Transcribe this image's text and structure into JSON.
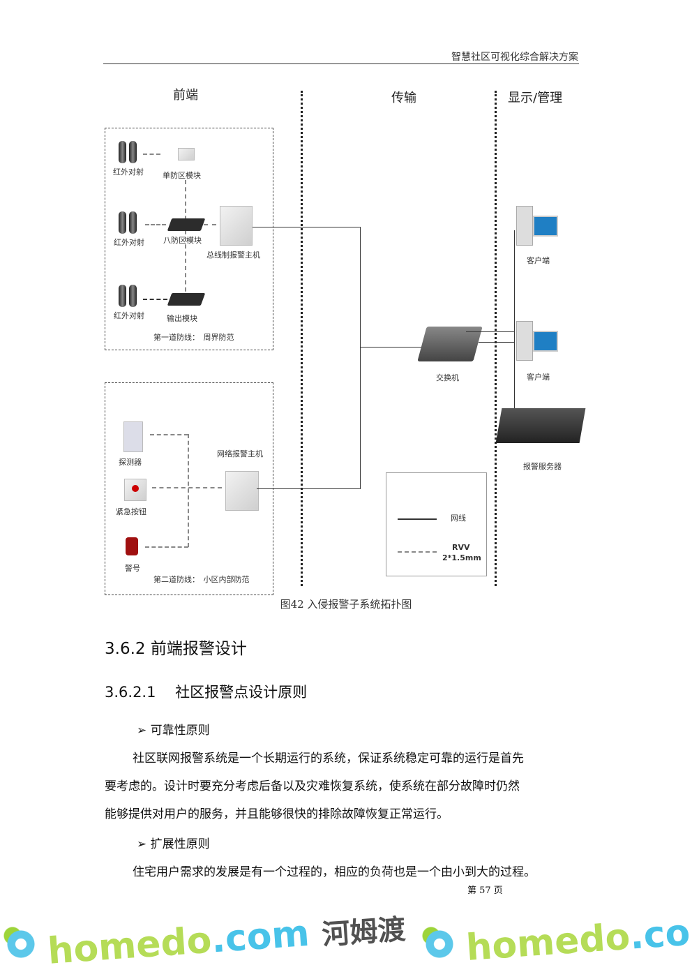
{
  "header": {
    "title": "智慧社区可视化综合解决方案"
  },
  "diagram": {
    "columns": [
      "前端",
      "传输",
      "显示/管理"
    ],
    "zone1": {
      "items": [
        "红外对射",
        "单防区模块",
        "红外对射",
        "八防区模块",
        "总线制报警主机",
        "红外对射",
        "输出模块"
      ],
      "caption": "第一道防线：　周界防范"
    },
    "zone2": {
      "items": [
        "探测器",
        "紧急按钮",
        "警号",
        "网络报警主机"
      ],
      "caption": "第二道防线：　小区内部防范"
    },
    "switch": "交换机",
    "clients": [
      "客户端",
      "客户端"
    ],
    "server": "报警服务器",
    "legend": {
      "solid": "网线",
      "dashed_1": "RVV",
      "dashed_2": "2*1.5mm"
    }
  },
  "caption": "图42 入侵报警子系统拓扑图",
  "section": {
    "h2": "3.6.2 前端报警设计",
    "h3": "3.6.2.1　 社区报警点设计原则",
    "bullet1": "可靠性原则",
    "para1": [
      "社区联网报警系统是一个长期运行的系统，保证系统稳定可靠的运行是首先",
      "要考虑的。设计时要充分考虑后备以及灾难恢复系统，使系统在部分故障时仍然",
      "能够提供对用户的服务，并且能够很快的排除故障恢复正常运行。"
    ],
    "bullet2": "扩展性原则",
    "para2": "住宅用户需求的发展是有一个过程的，相应的负荷也是一个由小到大的过程。"
  },
  "footer": {
    "page": "第 57 页"
  },
  "watermark": {
    "a": "home",
    "b": "do",
    "c": ".com",
    "d": "河姆渡"
  }
}
